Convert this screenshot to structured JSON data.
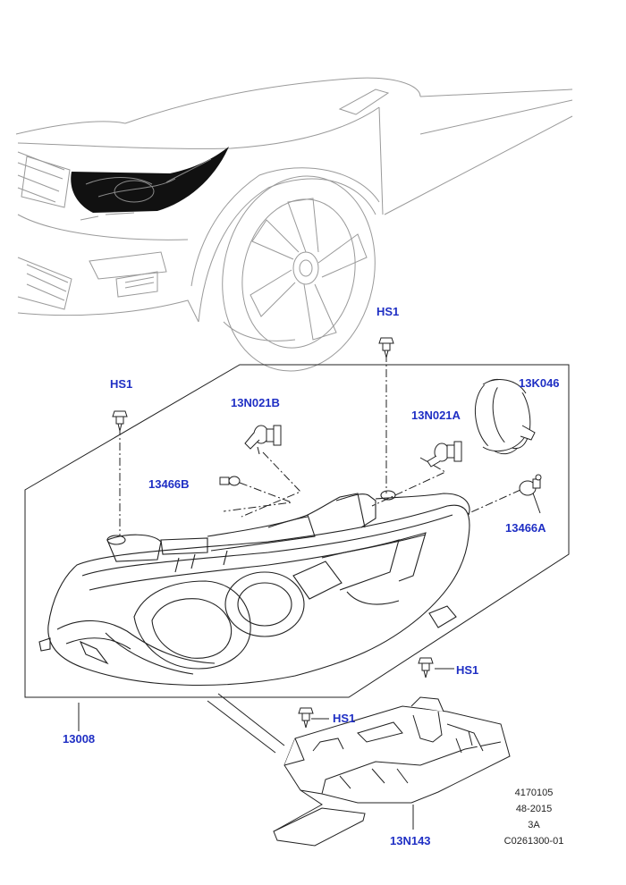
{
  "colors": {
    "callout_text": "#1f2fc4",
    "line": "#222222",
    "vehicle_line": "#9a9a9a",
    "highlight": "#111111"
  },
  "callouts": {
    "hs1_top": "HS1",
    "hs1_left": "HS1",
    "hs1_right": "HS1",
    "hs1_bottom": "HS1",
    "bulb_13n021b": "13N021B",
    "bulb_13n021a": "13N021A",
    "cap_13k046": "13K046",
    "bulb_13466b": "13466B",
    "bulb_13466a": "13466A",
    "headlamp_13008": "13008",
    "bracket_13n143": "13N143"
  },
  "reference": {
    "line1": "4170105",
    "line2": "48-2015",
    "line3": "3A",
    "line4": "C0261300-01"
  }
}
